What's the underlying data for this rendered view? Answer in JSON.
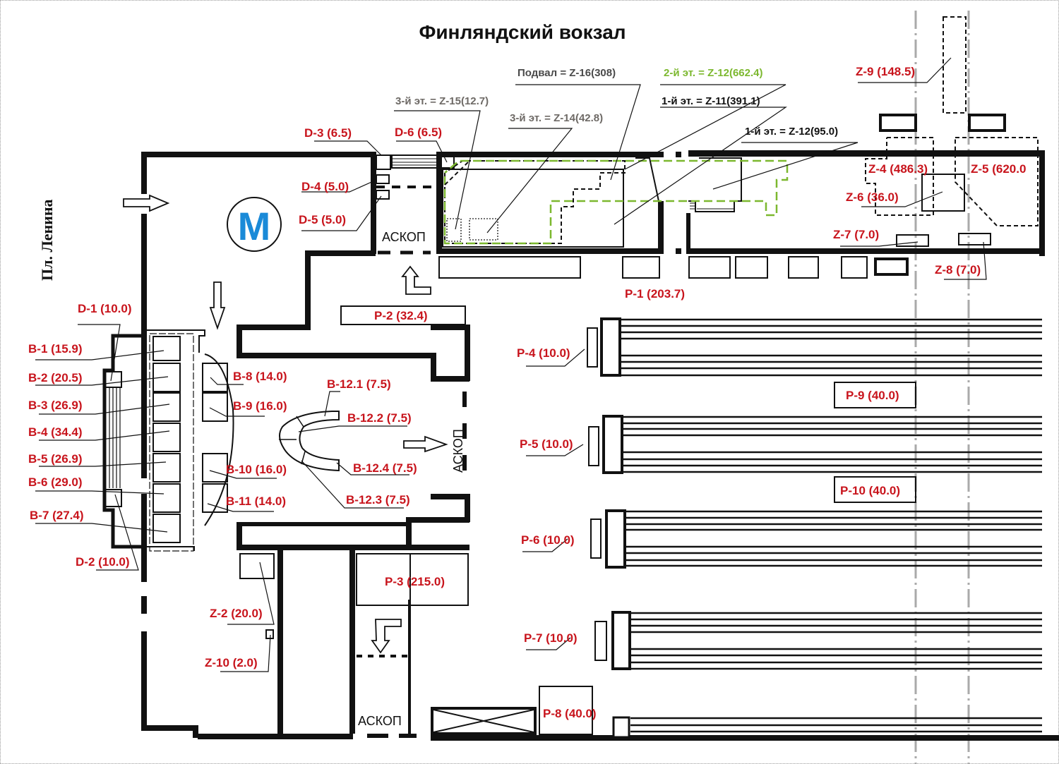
{
  "title": "Финляндский вокзал",
  "street_label": "Пл. Ленина",
  "metro_letter": "M",
  "askop_label": "АСКОП",
  "colors": {
    "label_red": "#c8141c",
    "label_gray": "#6e6a66",
    "label_green": "#7cb82f",
    "metro_blue": "#1a8ad8",
    "wall": "#111111"
  },
  "floor_labels": {
    "basement": "Подвал = Z-16(308)",
    "floor2_z12": "2-й эт. = Z-12(662.4)",
    "floor3_z15": "3-й эт. = Z-15(12.7)",
    "floor3_z14": "3-й эт. = Z-14(42.8)",
    "floor1_z11": "1-й эт. = Z-11(391.1)",
    "floor1_z12": "1-й эт. = Z-12(95.0)"
  },
  "zones": {
    "d1": "D-1 (10.0)",
    "d2": "D-2 (10.0)",
    "d3": "D-3 (6.5)",
    "d4": "D-4 (5.0)",
    "d5": "D-5 (5.0)",
    "d6": "D-6 (6.5)",
    "b1": "B-1 (15.9)",
    "b2": "B-2 (20.5)",
    "b3": "B-3 (26.9)",
    "b4": "B-4 (34.4)",
    "b5": "B-5 (26.9)",
    "b6": "B-6 (29.0)",
    "b7": "B-7 (27.4)",
    "b8": "B-8 (14.0)",
    "b9": "B-9 (16.0)",
    "b10": "B-10 (16.0)",
    "b11": "B-11 (14.0)",
    "b12_1": "B-12.1 (7.5)",
    "b12_2": "B-12.2 (7.5)",
    "b12_3": "B-12.3 (7.5)",
    "b12_4": "B-12.4 (7.5)",
    "p1": "P-1 (203.7)",
    "p2": "P-2 (32.4)",
    "p3": "P-3 (215.0)",
    "p4": "P-4 (10.0)",
    "p5": "P-5 (10.0)",
    "p6": "P-6 (10.0)",
    "p7": "P-7 (10.0)",
    "p8": "P-8 (40.0)",
    "p9": "P-9 (40.0)",
    "p10": "P-10 (40.0)",
    "z2": "Z-2 (20.0)",
    "z4": "Z-4 (486.3)",
    "z5": "Z-5 (620.0",
    "z6": "Z-6 (36.0)",
    "z7": "Z-7 (7.0)",
    "z8": "Z-8 (7.0)",
    "z9": "Z-9 (148.5)",
    "z10": "Z-10 (2.0)"
  }
}
